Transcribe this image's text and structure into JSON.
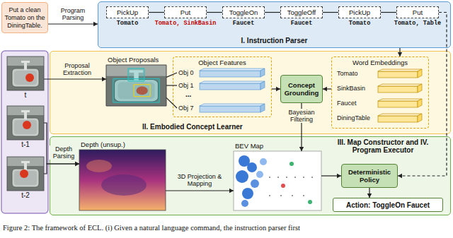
{
  "diagram": {
    "caption": "Figure 2: The framework of ECL. (i) Given a natural language command, the instruction parser first",
    "nodes": [
      {
        "text": [
          "Put a clean Tomato on the DiningTable."
        ]
      },
      {
        "text": [
          "I. Instruction Parser"
        ]
      },
      {
        "text": [
          "PickUp",
          "Tomato"
        ],
        "in": 1
      },
      {
        "text": [
          "Put",
          "Tomato, SinkBasin"
        ],
        "in": 1
      },
      {
        "text": [
          "ToggleOn",
          "Faucet"
        ],
        "in": 1
      },
      {
        "text": [
          "ToggleOff",
          "Faucet"
        ],
        "in": 1
      },
      {
        "text": [
          "PickUp",
          "Tomato"
        ],
        "in": 1
      },
      {
        "text": [
          "Put",
          "Tomato, Table"
        ],
        "in": 1
      },
      {
        "text": [
          "t"
        ]
      },
      {
        "text": [
          "t-1"
        ]
      },
      {
        "text": [
          "t-2"
        ]
      },
      {
        "text": [
          "II. Embodied Concept Learner"
        ]
      },
      {
        "text": [
          "Object Proposals"
        ],
        "in": 11
      },
      {
        "text": [
          "Object Features"
        ],
        "in": 11
      },
      {
        "text": [
          "Obj 0"
        ],
        "in": 13
      },
      {
        "text": [
          "Obj 1"
        ],
        "in": 13
      },
      {
        "text": [
          "Obj 7"
        ],
        "in": 13
      },
      {
        "text": [
          "Concept Grounding"
        ],
        "in": 11
      },
      {
        "text": [
          "Word Embeddings"
        ],
        "in": 11
      },
      {
        "text": [
          "Tomato"
        ],
        "in": 18
      },
      {
        "text": [
          "SinkBasin"
        ],
        "in": 18
      },
      {
        "text": [
          "Faucet"
        ],
        "in": 18
      },
      {
        "text": [
          "DiningTable"
        ],
        "in": 18
      },
      {
        "text": [
          "III. Map Constructor and IV. Program Executor"
        ]
      },
      {
        "text": [
          "Depth (unsup.)"
        ],
        "in": 23
      },
      {
        "text": [
          "BEV Map"
        ],
        "in": 23
      },
      {
        "text": [
          "Deterministic Policy"
        ],
        "in": 23
      },
      {
        "text": [
          "Action: ToggleOn Faucet"
        ],
        "in": 23
      }
    ],
    "edges": [
      {
        "from": 0,
        "to": 1,
        "arrow": "to",
        "label": "Program Parsing"
      },
      {
        "from": 2,
        "to": 3,
        "arrow": "none"
      },
      {
        "from": 3,
        "to": 4,
        "arrow": "none"
      },
      {
        "from": 4,
        "to": 5,
        "arrow": "none"
      },
      {
        "from": 5,
        "to": 6,
        "arrow": "none"
      },
      {
        "from": 6,
        "to": 7,
        "arrow": "none"
      },
      {
        "from": 1,
        "to": 18,
        "arrow": "to"
      },
      {
        "from": 7,
        "to": 26,
        "arrow": "to"
      },
      {
        "from": 8,
        "to": 12,
        "arrow": "to",
        "label": "Proposal Extraction"
      },
      {
        "from": 9,
        "to": 24,
        "arrow": "to",
        "label": "Depth Parsing"
      },
      {
        "from": 10,
        "to": 24,
        "arrow": "to"
      },
      {
        "from": 12,
        "to": 14,
        "arrow": "none"
      },
      {
        "from": 12,
        "to": 15,
        "arrow": "none"
      },
      {
        "from": 12,
        "to": 16,
        "arrow": "none"
      },
      {
        "from": 13,
        "to": 17,
        "arrow": "to"
      },
      {
        "from": 18,
        "to": 17,
        "arrow": "to"
      },
      {
        "from": 17,
        "to": 25,
        "arrow": "to",
        "label": "Bayesian Filtering"
      },
      {
        "from": 24,
        "to": 25,
        "arrow": "to",
        "label": "3D Projection & Mapping"
      },
      {
        "from": 25,
        "to": 26,
        "arrow": "to"
      },
      {
        "from": 26,
        "to": 27,
        "arrow": "to"
      }
    ],
    "labels": [
      "..."
    ]
  }
}
